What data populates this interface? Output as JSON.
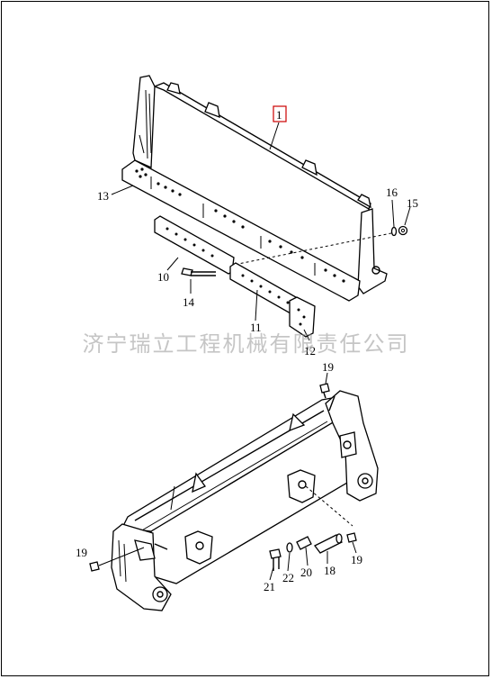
{
  "watermark": "济宁瑞立工程机械有限责任公司",
  "callouts": {
    "c1": "1",
    "c10": "10",
    "c11": "11",
    "c12": "12",
    "c13": "13",
    "c14": "14",
    "c15": "15",
    "c16": "16",
    "c18": "18",
    "c19a": "19",
    "c19b": "19",
    "c19c": "19",
    "c20": "20",
    "c21": "21",
    "c22": "22"
  },
  "highlight_color": "#cc0000"
}
